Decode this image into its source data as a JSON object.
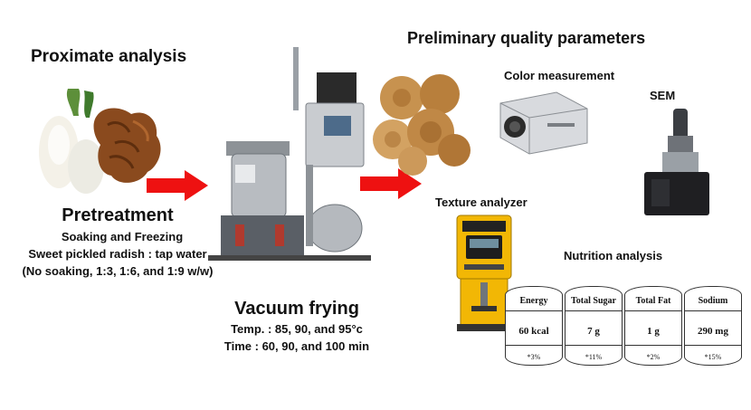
{
  "proximate": {
    "title": "Proximate analysis"
  },
  "pretreatment": {
    "title": "Pretreatment",
    "line1": "Soaking and Freezing",
    "line2": "Sweet pickled radish : tap water",
    "line3": "(No soaking, 1:3, 1:6, and 1:9 w/w)"
  },
  "vacuum": {
    "title": "Vacuum frying",
    "temp": "Temp. : 85, 90, and 95°c",
    "time": "Time : 60, 90, and 100 min"
  },
  "quality": {
    "title": "Preliminary quality parameters"
  },
  "color": {
    "title": "Color measurement"
  },
  "sem": {
    "title": "SEM"
  },
  "texture": {
    "title": "Texture analyzer"
  },
  "nutrition": {
    "title": "Nutrition analysis",
    "columns": [
      {
        "header": "Energy",
        "value": "60 kcal",
        "pct": "*3%"
      },
      {
        "header": "Total Sugar",
        "value": "7 g",
        "pct": "*11%"
      },
      {
        "header": "Total Fat",
        "value": "1 g",
        "pct": "*2%"
      },
      {
        "header": "Sodium",
        "value": "290 mg",
        "pct": "*15%"
      }
    ]
  },
  "colors": {
    "arrow": "#ee1111",
    "texture_body": "#f2b705"
  }
}
